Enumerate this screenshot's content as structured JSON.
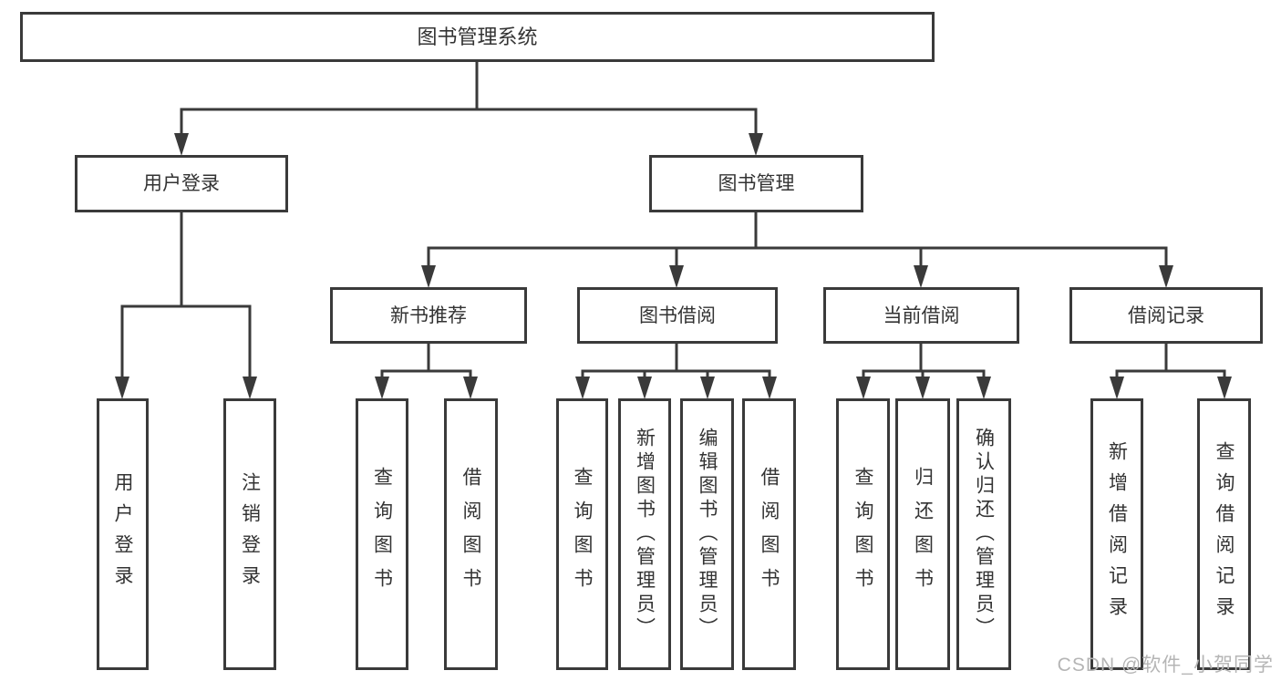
{
  "root": {
    "label": "图书管理系统",
    "children": [
      {
        "label": "用户登录",
        "children": [
          {
            "label": "用户登录"
          },
          {
            "label": "注销登录"
          }
        ]
      },
      {
        "label": "图书管理",
        "children": [
          {
            "label": "新书推荐",
            "children": [
              {
                "label": "查询图书"
              },
              {
                "label": "借阅图书"
              }
            ]
          },
          {
            "label": "图书借阅",
            "children": [
              {
                "label": "查询图书"
              },
              {
                "label": "新增图书（管理员）"
              },
              {
                "label": "编辑图书（管理员）"
              },
              {
                "label": "借阅图书"
              }
            ]
          },
          {
            "label": "当前借阅",
            "children": [
              {
                "label": "查询图书"
              },
              {
                "label": "归还图书"
              },
              {
                "label": "确认归还（管理员）"
              }
            ]
          },
          {
            "label": "借阅记录",
            "children": [
              {
                "label": "新增借阅记录"
              },
              {
                "label": "查询借阅记录"
              }
            ]
          }
        ]
      }
    ]
  },
  "watermark": "CSDN @软件_小贺同学",
  "colors": {
    "line": "#3a3a3a",
    "text": "#333333",
    "watermark": "#b5b5b5"
  }
}
